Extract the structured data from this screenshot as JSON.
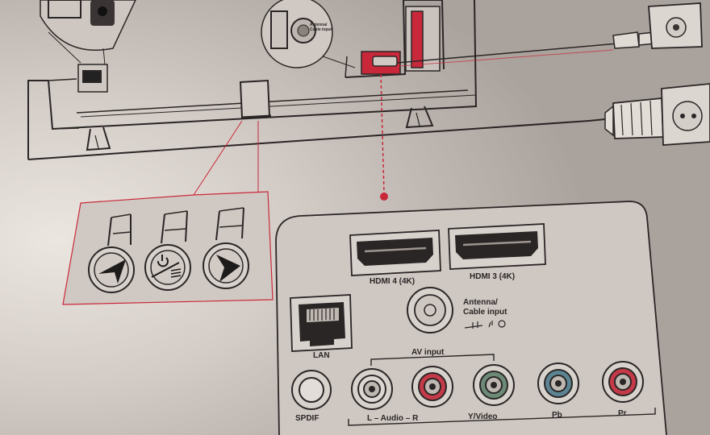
{
  "manual": {
    "inset_labels": {
      "antenna_line1": "Antenna/",
      "antenna_line2": "Cable input"
    },
    "panel": {
      "hdmi4": "HDMI 4 (4K)",
      "hdmi3": "HDMI 3 (4K)",
      "antenna_line1": "Antenna/",
      "antenna_line2": "Cable input",
      "lan": "LAN",
      "av_input": "AV input",
      "spdif": "SPDIF",
      "audio": "L – Audio – R",
      "yvideo": "Y/Video",
      "pb": "Pb",
      "pr": "Pr"
    }
  },
  "colors": {
    "paper": "#cdc6c0",
    "line": "#2a2626",
    "accent_red": "#c9283a",
    "jack_white": "#d8d4d0",
    "jack_red": "#c43a48",
    "jack_green": "#6c8a76",
    "jack_blue": "#5c8492"
  }
}
